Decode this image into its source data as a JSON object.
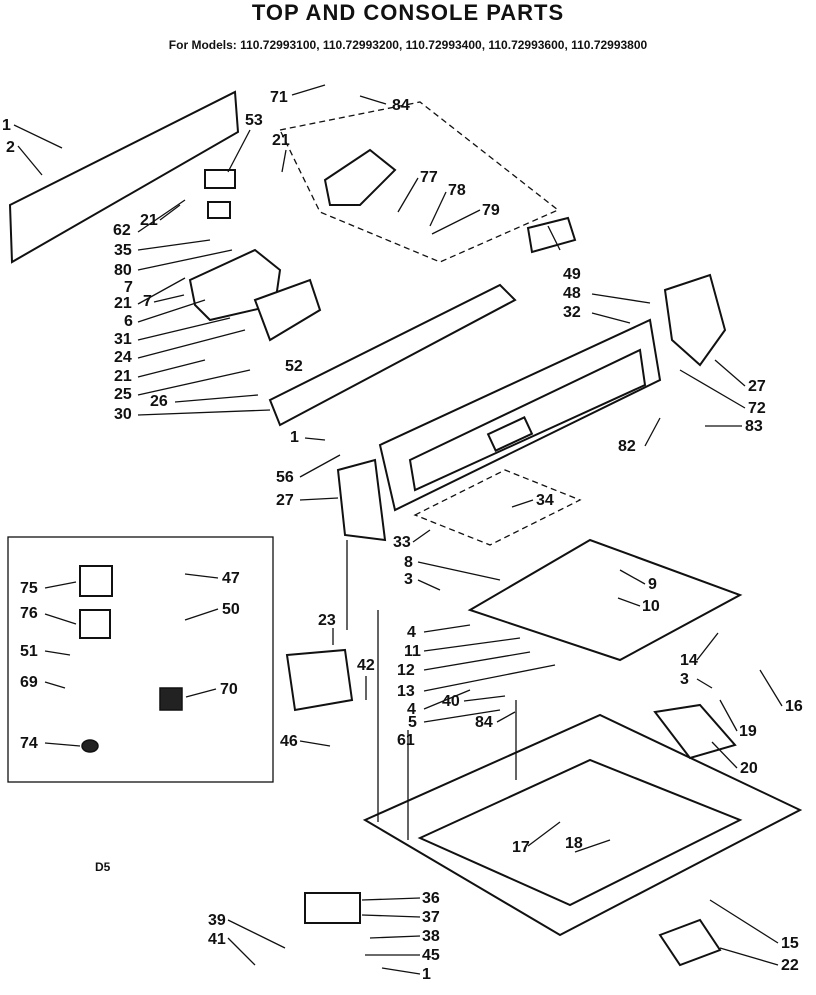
{
  "header": {
    "title": "TOP AND CONSOLE PARTS",
    "subtitle": "For Models: 110.72993100, 110.72993200, 110.72993400, 110.72993600, 110.72993800"
  },
  "footer": {
    "code": "D5"
  },
  "callouts": [
    {
      "id": "c1",
      "text": "1"
    },
    {
      "id": "c2",
      "text": "2"
    },
    {
      "id": "c71",
      "text": "71"
    },
    {
      "id": "c84a",
      "text": "84"
    },
    {
      "id": "c53",
      "text": "53"
    },
    {
      "id": "c21a",
      "text": "21"
    },
    {
      "id": "c77",
      "text": "77"
    },
    {
      "id": "c78",
      "text": "78"
    },
    {
      "id": "c79",
      "text": "79"
    },
    {
      "id": "c62",
      "text": "62"
    },
    {
      "id": "c21b",
      "text": "21"
    },
    {
      "id": "c35",
      "text": "35"
    },
    {
      "id": "c80",
      "text": "80"
    },
    {
      "id": "c7a",
      "text": "7"
    },
    {
      "id": "c21c",
      "text": "21"
    },
    {
      "id": "c7b",
      "text": "7"
    },
    {
      "id": "c6",
      "text": "6"
    },
    {
      "id": "c31",
      "text": "31"
    },
    {
      "id": "c24",
      "text": "24"
    },
    {
      "id": "c52",
      "text": "52"
    },
    {
      "id": "c21d",
      "text": "21"
    },
    {
      "id": "c25",
      "text": "25"
    },
    {
      "id": "c26",
      "text": "26"
    },
    {
      "id": "c30",
      "text": "30"
    },
    {
      "id": "c49",
      "text": "49"
    },
    {
      "id": "c48",
      "text": "48"
    },
    {
      "id": "c32",
      "text": "32"
    },
    {
      "id": "c27a",
      "text": "27"
    },
    {
      "id": "c72",
      "text": "72"
    },
    {
      "id": "c82",
      "text": "82"
    },
    {
      "id": "c83",
      "text": "83"
    },
    {
      "id": "c1b",
      "text": "1"
    },
    {
      "id": "c56",
      "text": "56"
    },
    {
      "id": "c27b",
      "text": "27"
    },
    {
      "id": "c34",
      "text": "34"
    },
    {
      "id": "c33",
      "text": "33"
    },
    {
      "id": "c8",
      "text": "8"
    },
    {
      "id": "c3a",
      "text": "3"
    },
    {
      "id": "c9",
      "text": "9"
    },
    {
      "id": "c10",
      "text": "10"
    },
    {
      "id": "c4a",
      "text": "4"
    },
    {
      "id": "c11",
      "text": "11"
    },
    {
      "id": "c12",
      "text": "12"
    },
    {
      "id": "c13",
      "text": "13"
    },
    {
      "id": "c4b",
      "text": "4"
    },
    {
      "id": "c14",
      "text": "14"
    },
    {
      "id": "c3b",
      "text": "3"
    },
    {
      "id": "c16",
      "text": "16"
    },
    {
      "id": "c19",
      "text": "19"
    },
    {
      "id": "c40",
      "text": "40"
    },
    {
      "id": "c5",
      "text": "5"
    },
    {
      "id": "c84b",
      "text": "84"
    },
    {
      "id": "c61",
      "text": "61"
    },
    {
      "id": "c20",
      "text": "20"
    },
    {
      "id": "c23",
      "text": "23"
    },
    {
      "id": "c42",
      "text": "42"
    },
    {
      "id": "c46",
      "text": "46"
    },
    {
      "id": "c17",
      "text": "17"
    },
    {
      "id": "c18",
      "text": "18"
    },
    {
      "id": "c36",
      "text": "36"
    },
    {
      "id": "c37",
      "text": "37"
    },
    {
      "id": "c38",
      "text": "38"
    },
    {
      "id": "c45",
      "text": "45"
    },
    {
      "id": "c1c",
      "text": "1"
    },
    {
      "id": "c39",
      "text": "39"
    },
    {
      "id": "c41",
      "text": "41"
    },
    {
      "id": "c15",
      "text": "15"
    },
    {
      "id": "c22",
      "text": "22"
    },
    {
      "id": "c75",
      "text": "75"
    },
    {
      "id": "c47",
      "text": "47"
    },
    {
      "id": "c76",
      "text": "76"
    },
    {
      "id": "c50",
      "text": "50"
    },
    {
      "id": "c51",
      "text": "51"
    },
    {
      "id": "c69",
      "text": "69"
    },
    {
      "id": "c70",
      "text": "70"
    },
    {
      "id": "c74",
      "text": "74"
    }
  ]
}
